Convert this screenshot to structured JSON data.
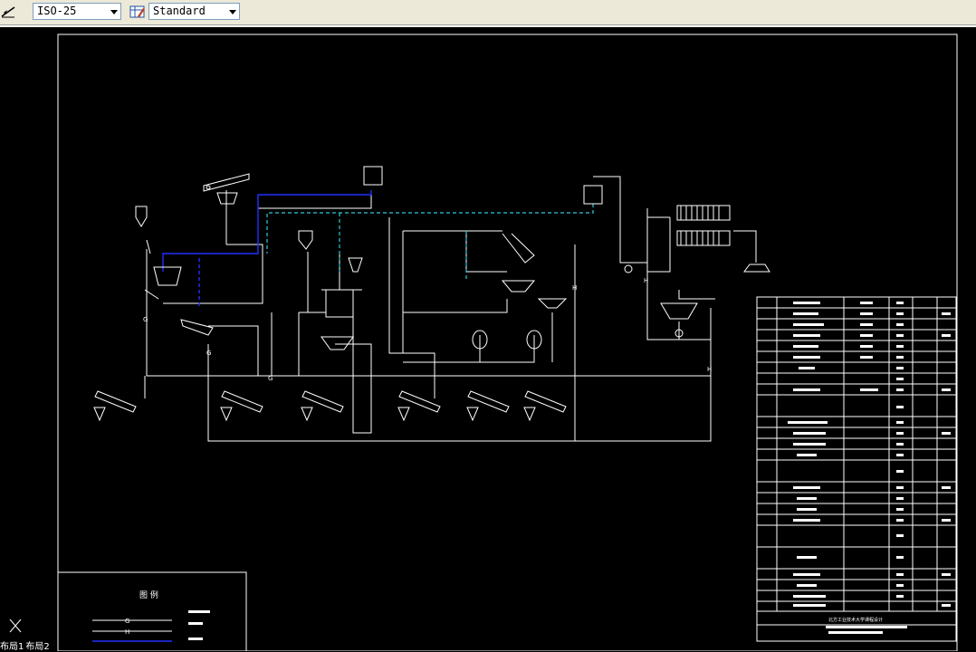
{
  "toolbar": {
    "dimstyle_value": "ISO-25",
    "tablestyle_value": "Standard",
    "dimstyle_icon": "dimension-style-icon",
    "tablestyle_icon": "table-style-icon"
  },
  "legend": {
    "title": "图 例",
    "line_g": "G",
    "line_h": "H"
  },
  "pipe_labels": {
    "g": "G",
    "h": "H"
  },
  "title_block": {
    "org_line": "北方工业技术大学课程设计"
  },
  "layout_tabs": [
    "布局1",
    "布局2"
  ],
  "colors": {
    "background": "#000000",
    "line": "#ffffff",
    "pipe_blue": "#2030ff",
    "pipe_cyan": "#30c8d8"
  }
}
